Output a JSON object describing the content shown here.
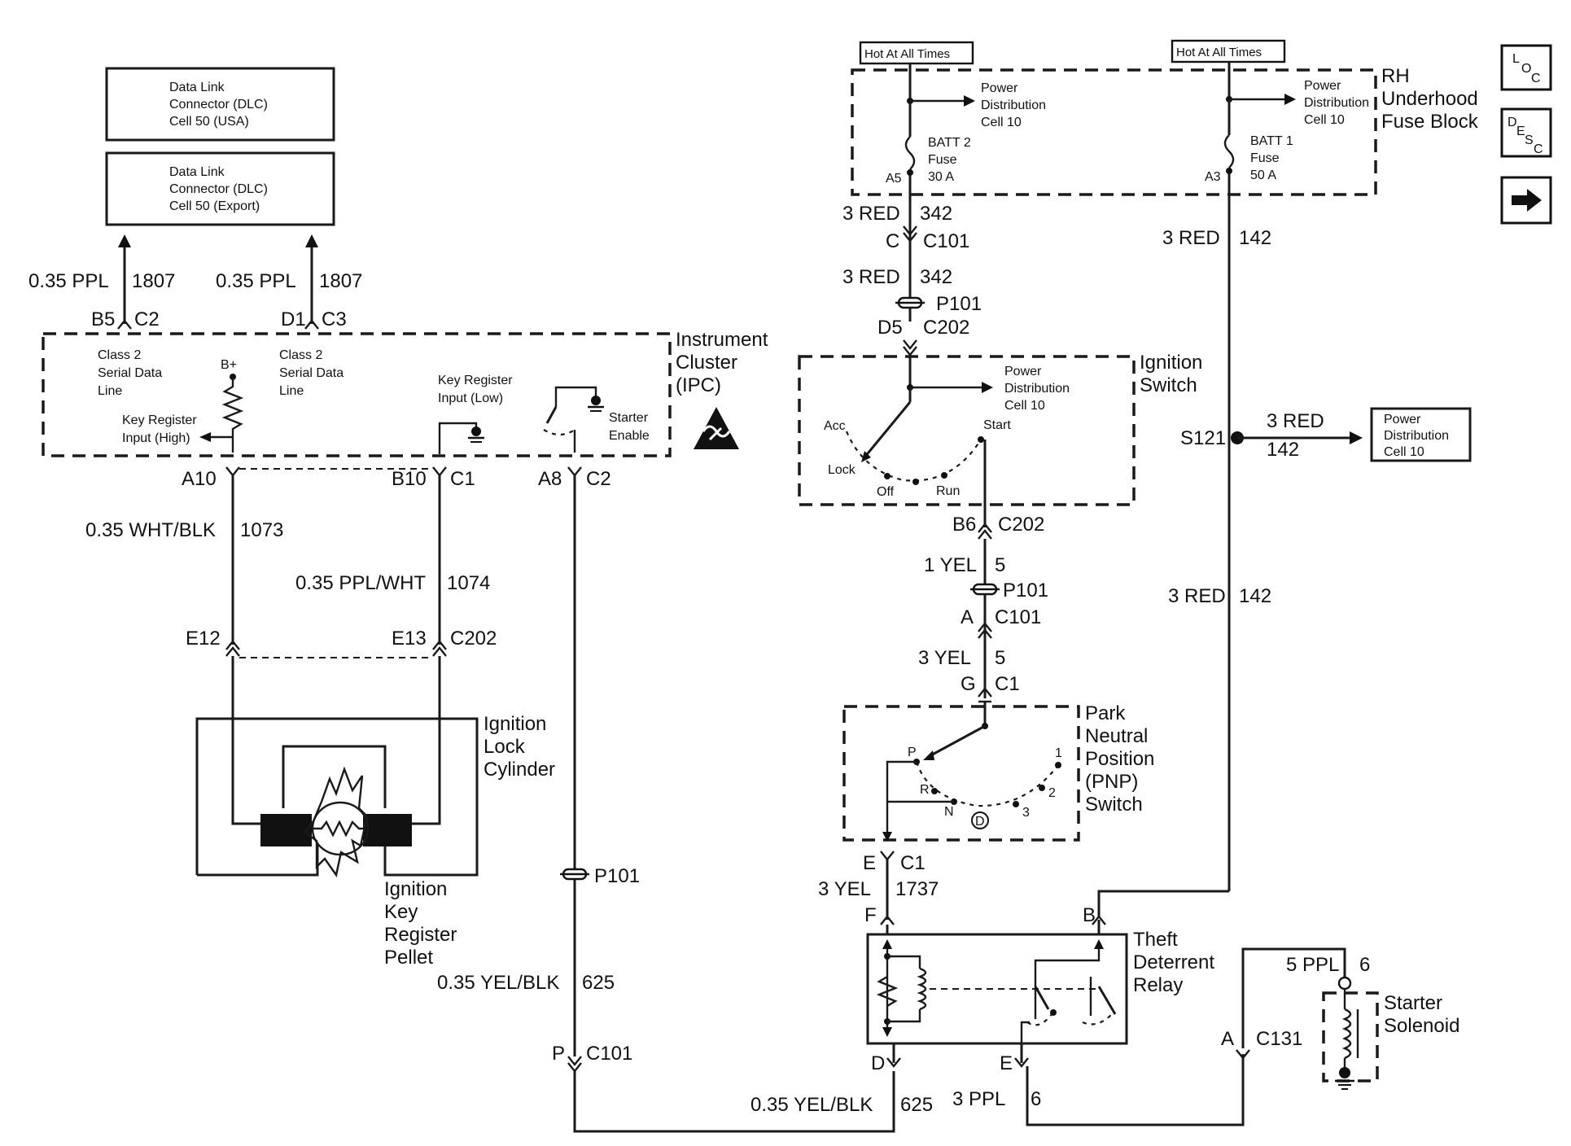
{
  "labels": {
    "dlc_usa": [
      "Data Link",
      "Connector (DLC)",
      "Cell 50 (USA)"
    ],
    "dlc_export": [
      "Data Link",
      "Connector (DLC)",
      "Cell 50 (Export)"
    ],
    "wire_1807_a_size": "0.35 PPL",
    "wire_1807_a_num": "1807",
    "wire_1807_b_size": "0.35 PPL",
    "wire_1807_b_num": "1807",
    "b5": "B5",
    "c2_a": "C2",
    "d1": "D1",
    "c3": "C3",
    "ipc_name": [
      "Instrument",
      "Cluster",
      "(IPC)"
    ],
    "class2_a": [
      "Class 2",
      "Serial Data",
      "Line"
    ],
    "class2_b": [
      "Class 2",
      "Serial Data",
      "Line"
    ],
    "bplus": "B+",
    "key_reg_high": [
      "Key Register",
      "Input (High)"
    ],
    "key_reg_low": [
      "Key Register",
      "Input (Low)"
    ],
    "starter_enable": [
      "Starter",
      "Enable"
    ],
    "a10": "A10",
    "b10": "B10",
    "c1_a": "C1",
    "a8": "A8",
    "c2_b": "C2",
    "wire_1073": "0.35 WHT/BLK",
    "num_1073": "1073",
    "wire_1074": "0.35 PPL/WHT",
    "num_1074": "1074",
    "e12": "E12",
    "e13": "E13",
    "c202_a": "C202",
    "ign_lock": [
      "Ignition",
      "Lock",
      "Cylinder"
    ],
    "ign_pellet": [
      "Ignition",
      "Key",
      "Register",
      "Pellet"
    ],
    "p101_a": "P101",
    "wire_625_a": "0.35 YEL/BLK",
    "num_625_a": "625",
    "p_conn": "P",
    "c101_a": "C101",
    "wire_625_b": "0.35 YEL/BLK",
    "num_625_b": "625",
    "hot_a": "Hot At All Times",
    "hot_b": "Hot At All Times",
    "pd_a": [
      "Power",
      "Distribution",
      "Cell 10"
    ],
    "pd_b": [
      "Power",
      "Distribution",
      "Cell 10"
    ],
    "batt2": [
      "BATT 2",
      "Fuse",
      "30 A"
    ],
    "batt1": [
      "BATT 1",
      "Fuse",
      "50 A"
    ],
    "a5": "A5",
    "a3": "A3",
    "fuse_block": [
      "RH",
      "Underhood",
      "Fuse Block"
    ],
    "red_342_a": "3 RED",
    "num_342_a": "342",
    "c_conn": "C",
    "c101_b": "C101",
    "red_342_b": "3 RED",
    "num_342_b": "342",
    "p101_b": "P101",
    "d5": "D5",
    "c202_b": "C202",
    "ign_switch": [
      "Ignition",
      "Switch"
    ],
    "pd_c": [
      "Power",
      "Distribution",
      "Cell 10"
    ],
    "acc": "Acc",
    "lock": "Lock",
    "off": "Off",
    "run": "Run",
    "start": "Start",
    "b6": "B6",
    "c202_c": "C202",
    "yel_5_a": "1 YEL",
    "num_5_a": "5",
    "p101_c": "P101",
    "a_conn": "A",
    "c101_c": "C101",
    "yel_5_b": "3 YEL",
    "num_5_b": "5",
    "g_conn": "G",
    "c1_b": "C1",
    "pnp": [
      "Park",
      "Neutral",
      "Position",
      "(PNP)",
      "Switch"
    ],
    "pnp_p": "P",
    "pnp_r": "R",
    "pnp_n": "N",
    "pnp_d": "D",
    "pnp_3": "3",
    "pnp_2": "2",
    "pnp_1": "1",
    "e_conn_a": "E",
    "c1_c": "C1",
    "yel_1737": "3 YEL",
    "num_1737": "1737",
    "f_conn": "F",
    "b_conn": "B",
    "tdr": [
      "Theft",
      "Deterrent",
      "Relay"
    ],
    "d_conn": "D",
    "e_conn_b": "E",
    "ppl_6_a": "3 PPL",
    "num_6_a": "6",
    "red_142_a": "3 RED",
    "num_142_a": "142",
    "s121": "S121",
    "red_142_b": "3 RED",
    "num_142_b": "142",
    "pd_d": [
      "Power",
      "Distribution",
      "Cell 10"
    ],
    "red_142_c": "3 RED",
    "num_142_c": "142",
    "ppl_6_b": "5 PPL",
    "num_6_b": "6",
    "starter_sol": [
      "Starter",
      "Solenoid"
    ],
    "a_conn_b": "A",
    "c131": "C131",
    "loc": [
      "L",
      "O",
      "C"
    ],
    "desc": [
      "D",
      "E",
      "S",
      "C"
    ]
  },
  "icons": {
    "arrow_right": "arrow-right-icon",
    "esd": "esd-warning-icon",
    "ground": "ground-icon",
    "fuse": "fuse-icon"
  }
}
